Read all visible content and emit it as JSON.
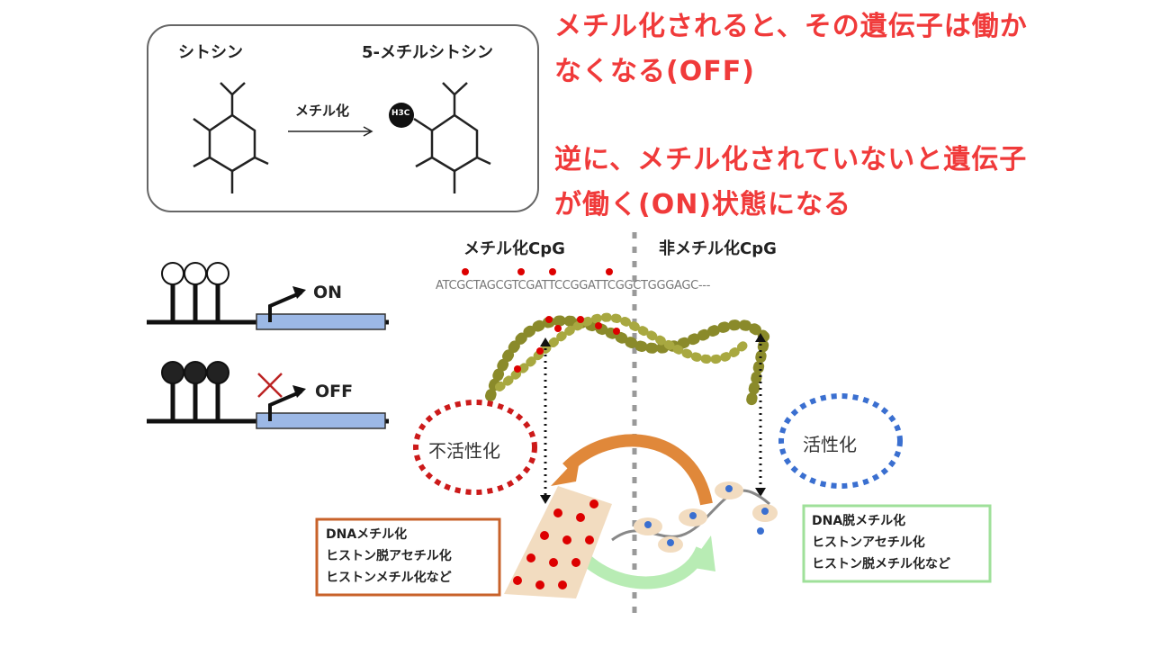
{
  "annotation": {
    "line1": "メチル化されると、その遺伝子は働か",
    "line2": "なくなる(OFF)",
    "line3": "逆に、メチル化されていないと遺伝子",
    "line4": "が働く(ON)状態になる"
  },
  "chemistry": {
    "left_title": "シトシン",
    "right_title": "5-メチルシトシン",
    "arrow_label": "メチル化",
    "methyl_group": "H3C"
  },
  "gene_switch": {
    "on_label": "ON",
    "off_label": "OFF"
  },
  "dna": {
    "methylated_cpg": "メチル化CpG",
    "unmethylated_cpg": "非メチル化CpG",
    "sequence": "ATCGCTAGCGTCGATTCCGGATTCGGCTGGGAGC---",
    "inactivation": "不活性化",
    "activation": "活性化"
  },
  "left_box": [
    "DNAメチル化",
    "ヒストン脱アセチル化",
    "ヒストンメチル化など"
  ],
  "right_box": [
    "DNA脱メチル化",
    "ヒストンアセチル化",
    "ヒストン脱メチル化など"
  ],
  "colors": {
    "annotation": "#f03a3a",
    "inactive": "#cc1a1a",
    "active": "#3a6fd0",
    "left_box": "#c8622a",
    "right_box": "#9fe09a",
    "helix": "#8a8a2a"
  }
}
